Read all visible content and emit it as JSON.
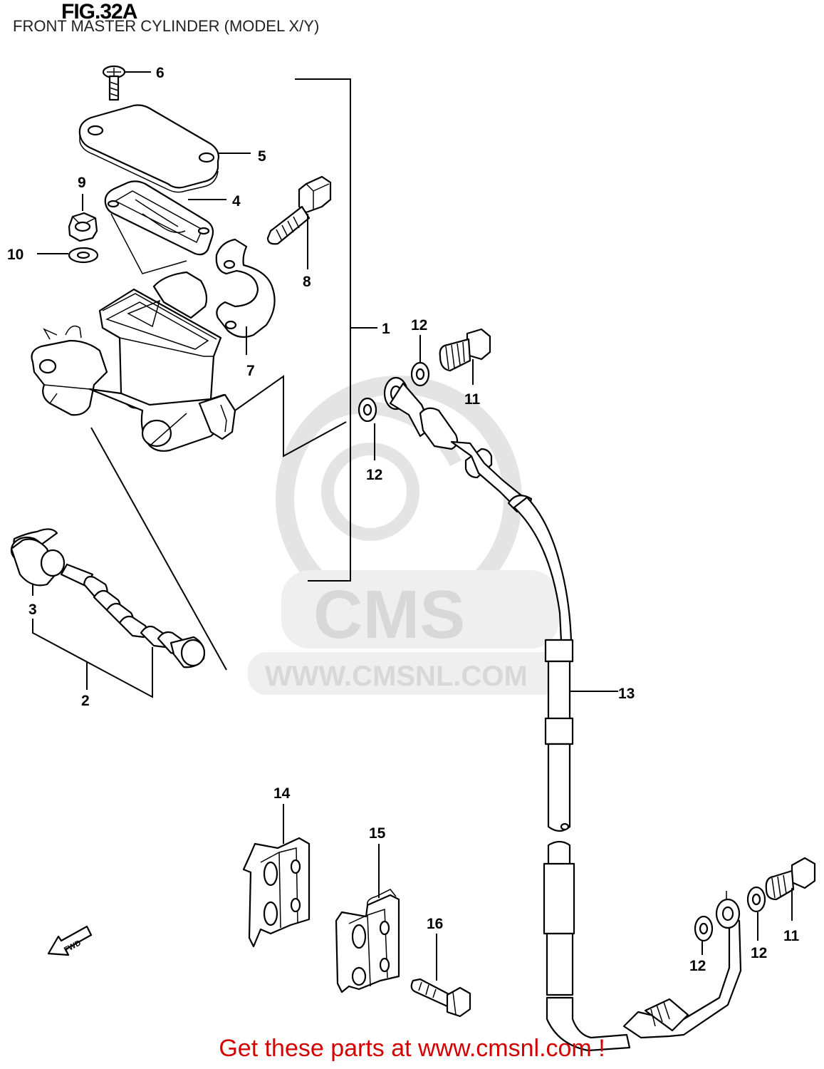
{
  "figure": {
    "title": "FIG.32A",
    "subtitle": "FRONT MASTER CYLINDER (MODEL X/Y)"
  },
  "watermark": {
    "logo_text": "CMS",
    "url_text": "WWW.CMSNL.COM"
  },
  "fwd_label": "FWD",
  "callouts": {
    "c1": "1",
    "c2": "2",
    "c3": "3",
    "c4": "4",
    "c5": "5",
    "c6": "6",
    "c7": "7",
    "c8": "8",
    "c9": "9",
    "c10": "10",
    "c11a": "11",
    "c11b": "11",
    "c12a": "12",
    "c12b": "12",
    "c12c": "12",
    "c12d": "12",
    "c13": "13",
    "c14": "14",
    "c15": "15",
    "c16": "16"
  },
  "promo": "Get these parts at www.cmsnl.com !"
}
